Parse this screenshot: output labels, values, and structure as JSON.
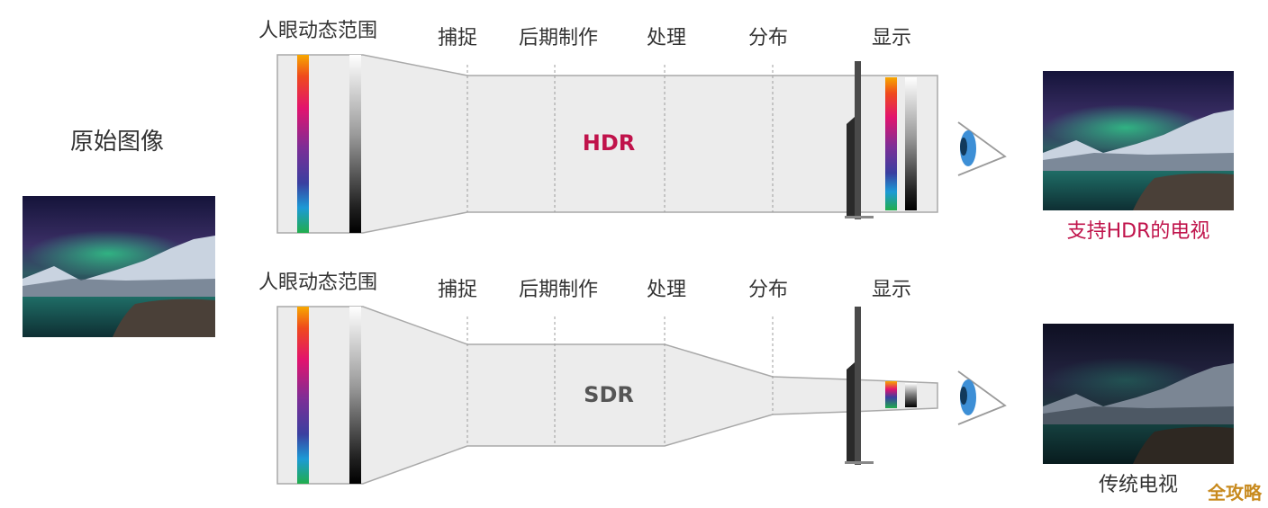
{
  "original_image": {
    "label": "原始图像"
  },
  "eye_range_label": "人眼动态范围",
  "stages": [
    "捕捉",
    "后期制作",
    "处理",
    "分布",
    "显示"
  ],
  "pipelines": [
    {
      "name": "HDR",
      "name_color": "#c0134b",
      "tv_label": "支持HDR的电视",
      "tv_label_color": "#c0134b"
    },
    {
      "name": "SDR",
      "name_color": "#555555",
      "tv_label": "传统电视",
      "tv_label_color": "#333333"
    }
  ],
  "watermark": "全攻略",
  "colors": {
    "tube_fill": "#ececec",
    "tube_stroke": "#a9a9a9",
    "hdr_accent": "#c0134b",
    "eye_iris": "#3d8fd6",
    "watermark": "#c88a1e"
  }
}
